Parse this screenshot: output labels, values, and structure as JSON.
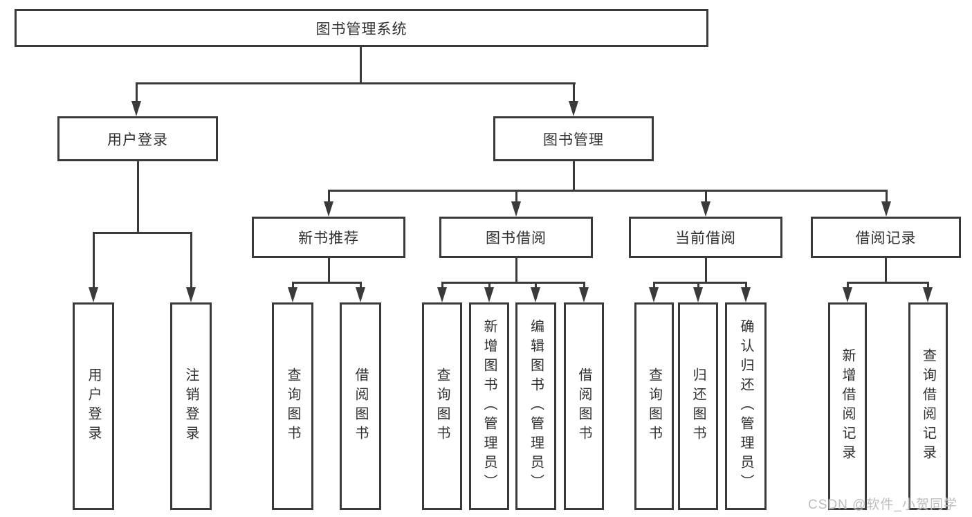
{
  "diagram": {
    "root": {
      "label": "图书管理系统"
    },
    "level2": [
      {
        "label": "用户登录"
      },
      {
        "label": "图书管理"
      }
    ],
    "level3": [
      {
        "label": "新书推荐"
      },
      {
        "label": "图书借阅"
      },
      {
        "label": "当前借阅"
      },
      {
        "label": "借阅记录"
      }
    ],
    "leaves": {
      "user_login": [
        {
          "label": "用户登录"
        },
        {
          "label": "注销登录"
        }
      ],
      "new_book": [
        {
          "label": "查询图书"
        },
        {
          "label": "借阅图书"
        }
      ],
      "book_borrow": [
        {
          "label": "查询图书"
        },
        {
          "label": "新增图书（管理员）"
        },
        {
          "label": "编辑图书（管理员）"
        },
        {
          "label": "借阅图书"
        }
      ],
      "current_borrow": [
        {
          "label": "查询图书"
        },
        {
          "label": "归还图书"
        },
        {
          "label": "确认归还（管理员）"
        }
      ],
      "borrow_record": [
        {
          "label": "新增借阅记录"
        },
        {
          "label": "查询借阅记录"
        }
      ]
    }
  },
  "watermark": {
    "text": "CSDN @软件_小贺同学"
  },
  "colors": {
    "line": "#3a3a3a",
    "text": "#303030",
    "background": "#ffffff",
    "watermark": "#b9b9b9"
  }
}
